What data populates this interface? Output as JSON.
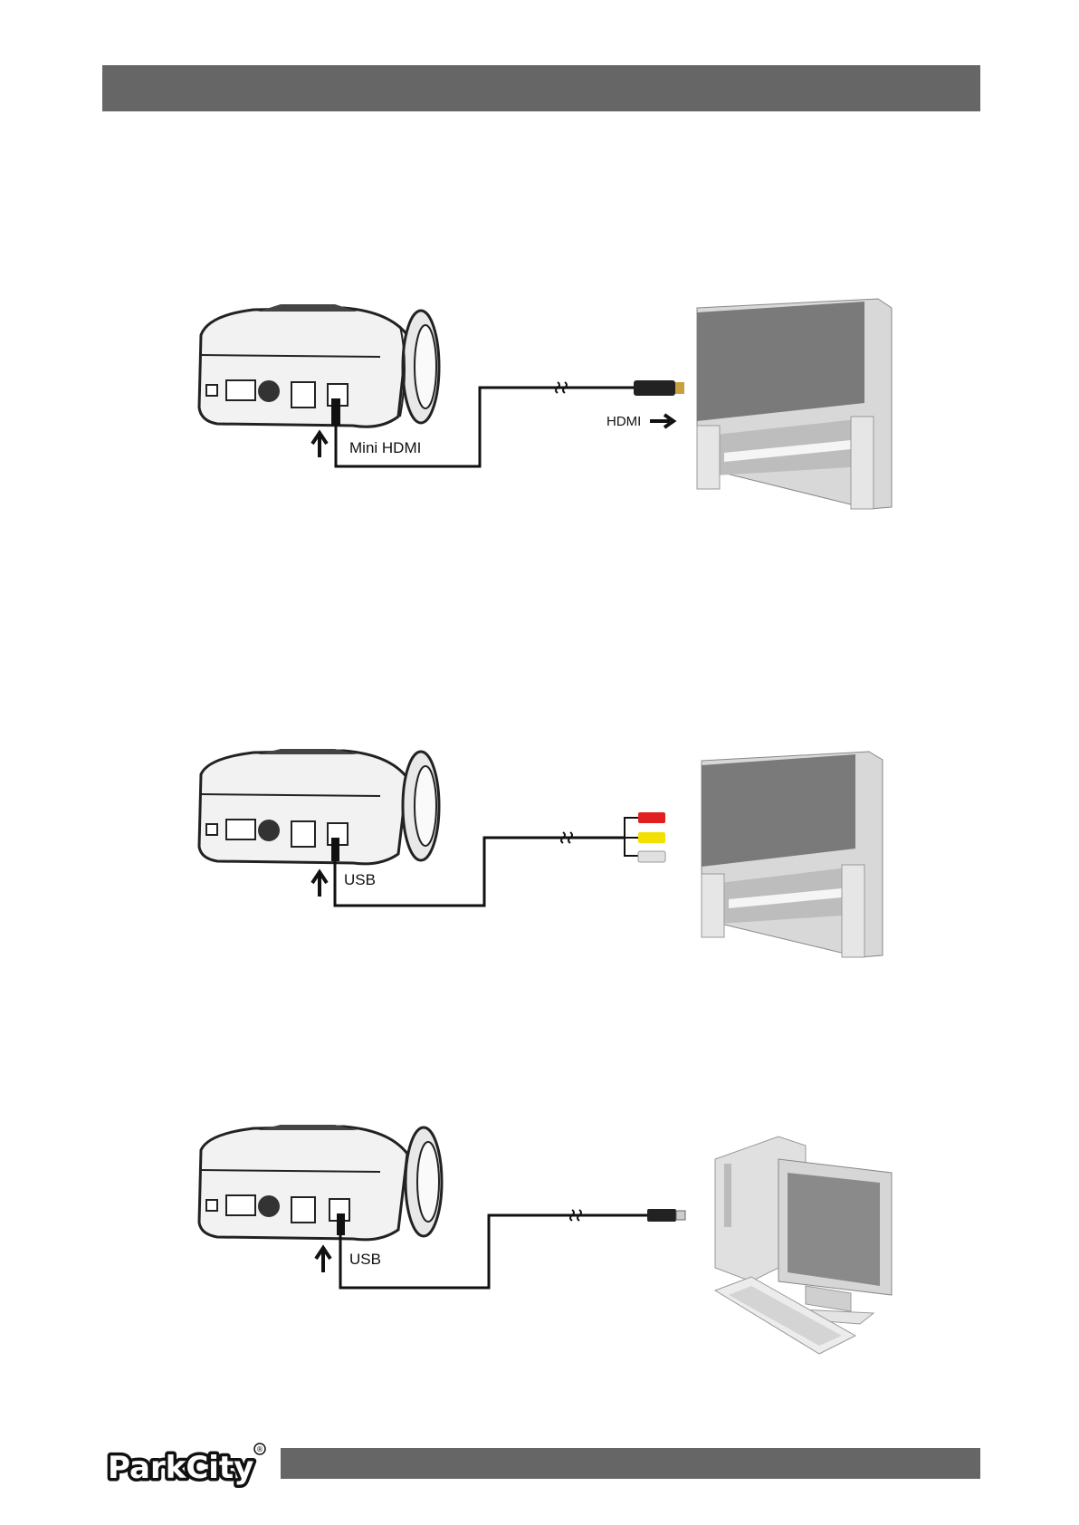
{
  "diagrams": [
    {
      "camera_port_label": "Mini HDMI",
      "tv_input_label": "HDMI"
    },
    {
      "camera_port_label": "USB"
    },
    {
      "camera_port_label": "USB"
    }
  ],
  "footer": {
    "brand": "ParkCity",
    "registered_mark": "®"
  },
  "colors": {
    "bar": "#666666",
    "cable_red": "#e02020",
    "cable_yellow": "#f2e000",
    "cable_white": "#e0e0e0"
  }
}
